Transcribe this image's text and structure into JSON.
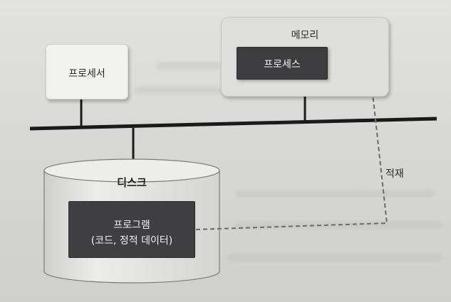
{
  "nodes": {
    "processor": "프로세서",
    "memory": "메모리",
    "process": "프로세스",
    "disk": "디스크",
    "program_line1": "프로그램",
    "program_line2": "(코드, 정적 데이터)"
  },
  "edges": {
    "load": "적재"
  },
  "colors": {
    "bus": "#1a1a1a",
    "dark_box": "#3d3d3f",
    "light_box": "#f1f1ef",
    "memory_box": "#dededc",
    "dashed_arrow": "#6a6a6a"
  }
}
